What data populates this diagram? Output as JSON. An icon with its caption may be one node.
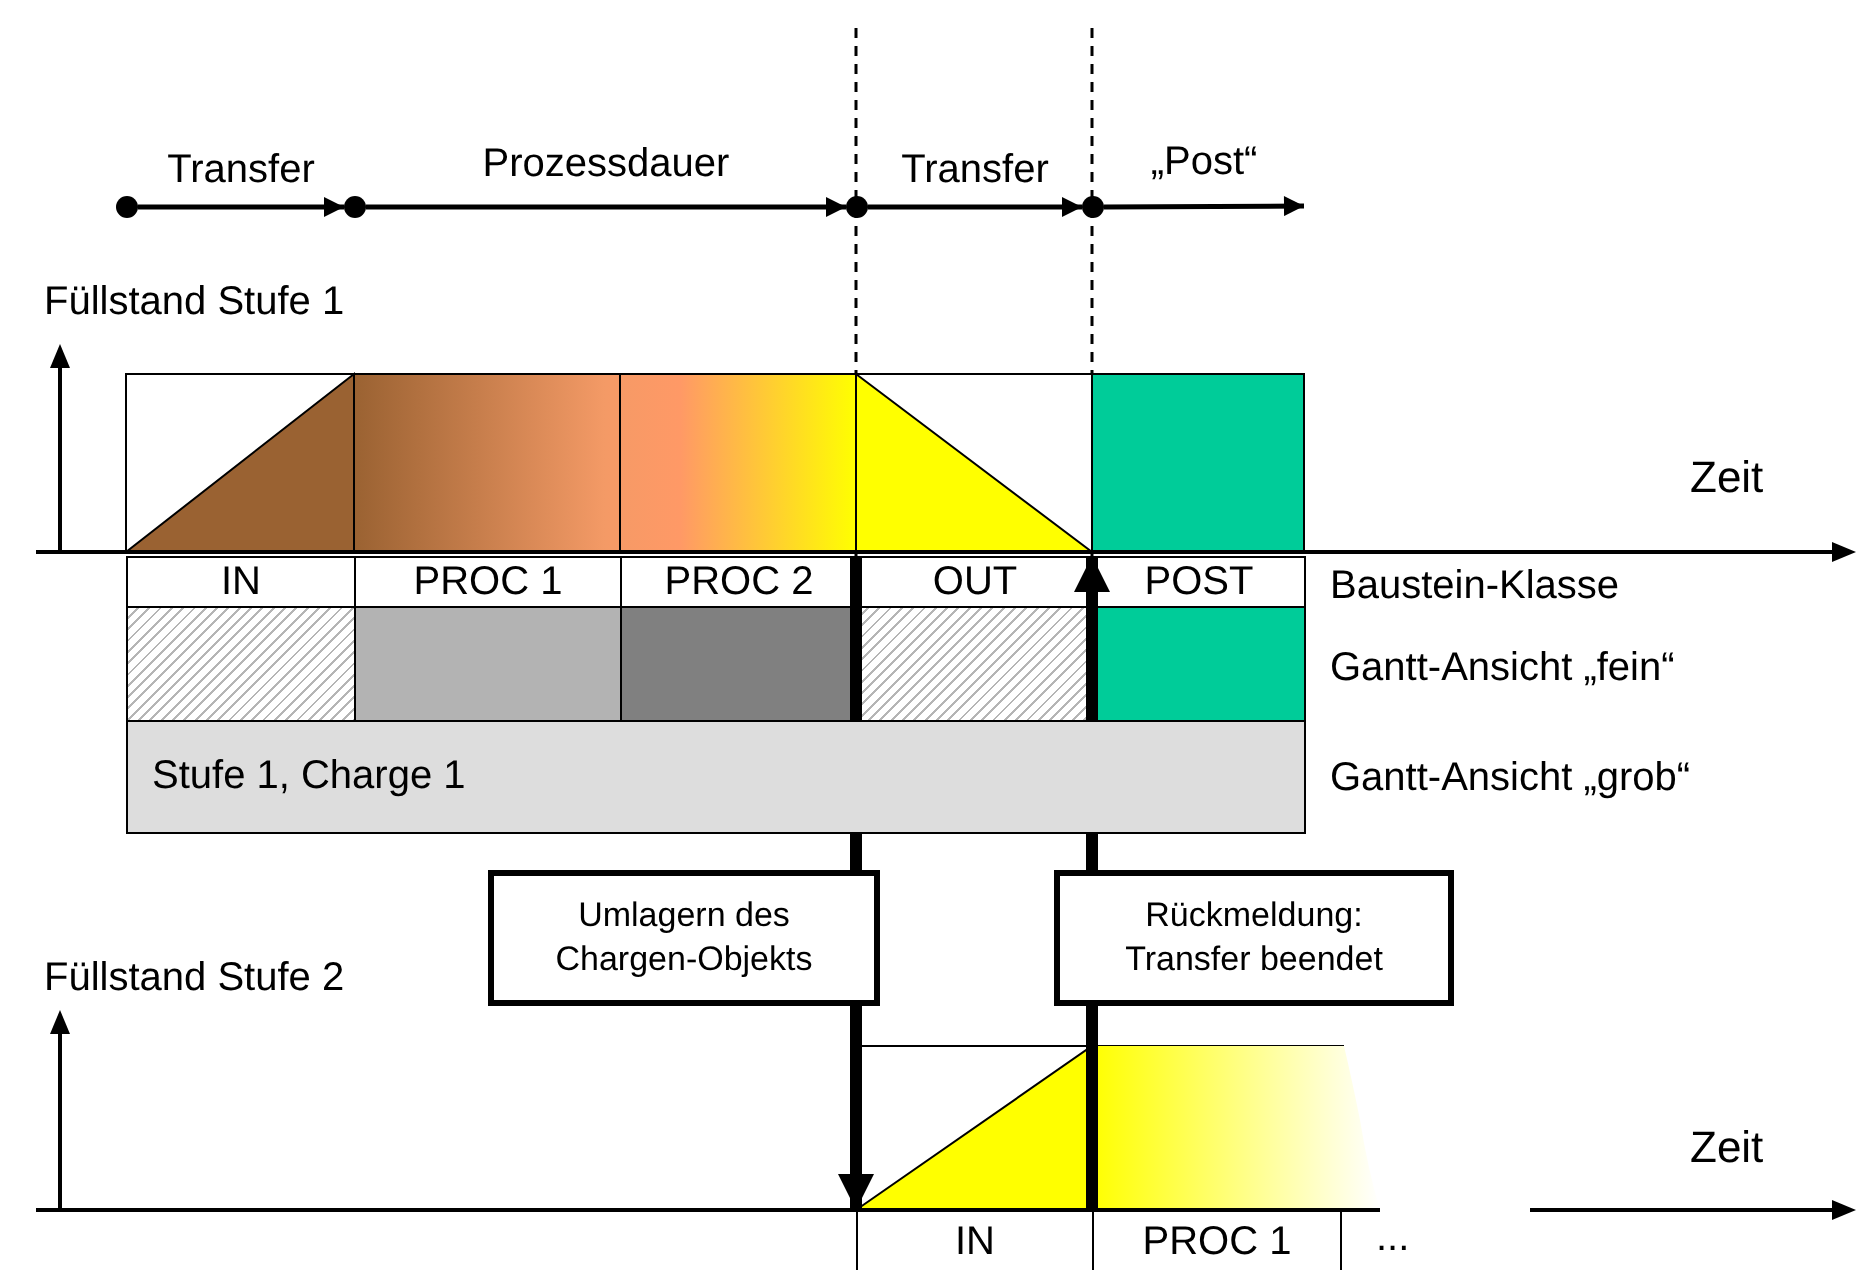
{
  "diagram": {
    "nodes": [
      {
        "text": [],
        "shape": "circle"
      },
      {
        "text": [],
        "shape": "circle"
      },
      {
        "text": [],
        "shape": "circle"
      },
      {
        "text": [],
        "shape": "circle"
      },
      {
        "text": [
          "IN"
        ]
      },
      {
        "text": [
          "PROC 1"
        ]
      },
      {
        "text": [
          "PROC 2"
        ]
      },
      {
        "text": [
          "OUT"
        ]
      },
      {
        "text": [
          "POST"
        ]
      },
      {
        "text": [],
        "shape": "box"
      },
      {
        "text": [],
        "shape": "box"
      },
      {
        "text": [],
        "shape": "box"
      },
      {
        "text": [],
        "shape": "box"
      },
      {
        "text": [],
        "shape": "box"
      },
      {
        "text": [
          "Stufe 1, Charge 1"
        ]
      },
      {
        "text": [
          "Umlagern des Chargen-Objekts"
        ]
      },
      {
        "text": [
          "Rückmeldung: Transfer beendet"
        ]
      },
      {
        "text": [
          "IN"
        ]
      },
      {
        "text": [
          "PROC 1"
        ]
      }
    ],
    "edges": [
      {
        "from": 0,
        "to": 1,
        "arrow": "to",
        "label": "Transfer"
      },
      {
        "from": 1,
        "to": 2,
        "arrow": "to",
        "label": "Prozessdauer"
      },
      {
        "from": 2,
        "to": 3,
        "arrow": "to",
        "label": "Transfer"
      },
      {
        "from": 3,
        "to": null,
        "arrow": "to",
        "label": "„Post“"
      },
      {
        "from": 7,
        "to": 14,
        "arrow": "none"
      },
      {
        "from": 14,
        "to": 15,
        "arrow": "none"
      },
      {
        "from": 15,
        "to": 17,
        "arrow": "to"
      },
      {
        "from": 18,
        "to": 16,
        "arrow": "none"
      },
      {
        "from": 16,
        "to": 14,
        "arrow": "none"
      },
      {
        "from": 14,
        "to": 8,
        "arrow": "to"
      }
    ],
    "labels": [
      "Füllstand Stufe 1",
      "Zeit",
      "Baustein-Klasse",
      "Gantt-Ansicht „fein“",
      "Gantt-Ansicht „grob“",
      "Füllstand Stufe 2",
      "Zeit",
      "..."
    ]
  }
}
